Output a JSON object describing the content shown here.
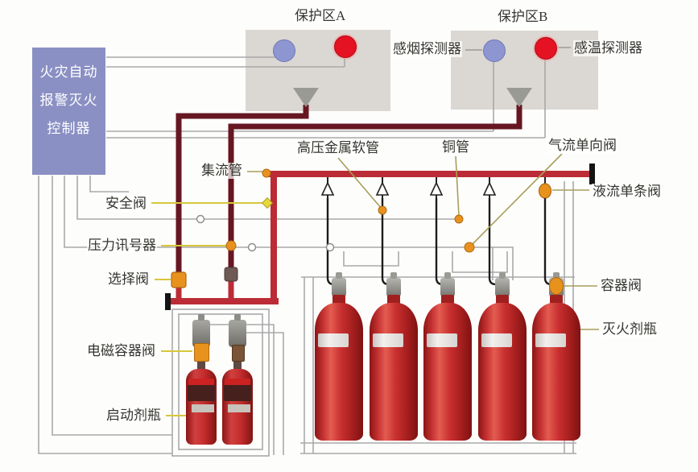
{
  "panel": {
    "lines": [
      "火灾自动",
      "报警灭火",
      "控制器"
    ]
  },
  "zones": {
    "a": "保护区A",
    "b": "保护区B"
  },
  "labels": {
    "smoke_detector": "感烟探测器",
    "heat_detector": "感温探测器",
    "high_pressure_hose": "高压金属软管",
    "copper_pipe": "铜管",
    "gas_check_valve": "气流单向阀",
    "manifold": "集流管",
    "liquid_check_valve": "液流单条阀",
    "safety_valve": "安全阀",
    "pressure_signal": "压力讯号器",
    "selector_valve": "选择阀",
    "container_valve": "容器阀",
    "agent_bottle": "灭火剂瓶",
    "solenoid_container_valve": "电磁容器阀",
    "starter_bottle": "启动剂瓶"
  },
  "equipment": {
    "zone_count": 2,
    "agent_bottle_count": 5,
    "starter_bottle_count": 2,
    "detectors_per_zone": 2
  },
  "colors": {
    "panel": "#8a90c3",
    "zone_box": "#dbd7d2",
    "pipe_dark": "#661722",
    "pipe_bright": "#bb2c36",
    "wire": "#a9a9a9",
    "callout_yellow": "#d6c73c",
    "callout_olive": "#a89f5a",
    "orange": "#e8921e",
    "bottle_red": "#c22b2b",
    "detector_smoke": "#8d96d0",
    "detector_heat": "#e41222"
  }
}
